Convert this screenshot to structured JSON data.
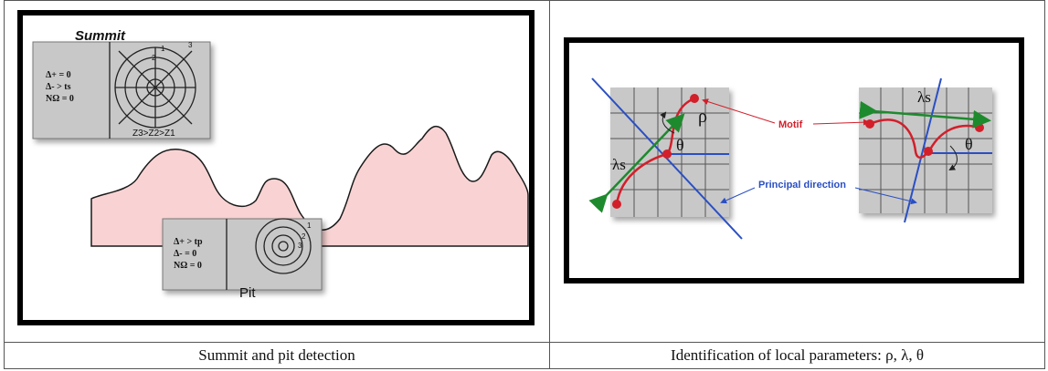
{
  "left_figure": {
    "summit_title": "Summit",
    "summit_conditions": [
      "Δ+ = 0",
      "Δ- > ts",
      "NΩ = 0"
    ],
    "summit_rule": "Z3>Z2>Z1",
    "summit_ring_numbers": [
      "1",
      "2",
      "3"
    ],
    "pit_title": "Pit",
    "pit_conditions": [
      "Δ+ > tp",
      "Δ- = 0",
      "NΩ = 0"
    ],
    "pit_ring_numbers": [
      "1",
      "2",
      "3"
    ]
  },
  "right_figure": {
    "motif_label": "Motif",
    "principal_direction_label": "Principal direction",
    "theta": "θ",
    "rho": "ρ",
    "lambda": "λs"
  },
  "captions": {
    "left": "Summit and pit detection",
    "right": "Identification of local parameters: ρ, λ, θ"
  },
  "colors": {
    "surface_fill": "#f9d3d3",
    "panel_fill": "#c8c8c8",
    "motif_red": "#d21f2a",
    "principal_blue": "#2a4fc4",
    "lambda_green": "#1e8a2e"
  }
}
